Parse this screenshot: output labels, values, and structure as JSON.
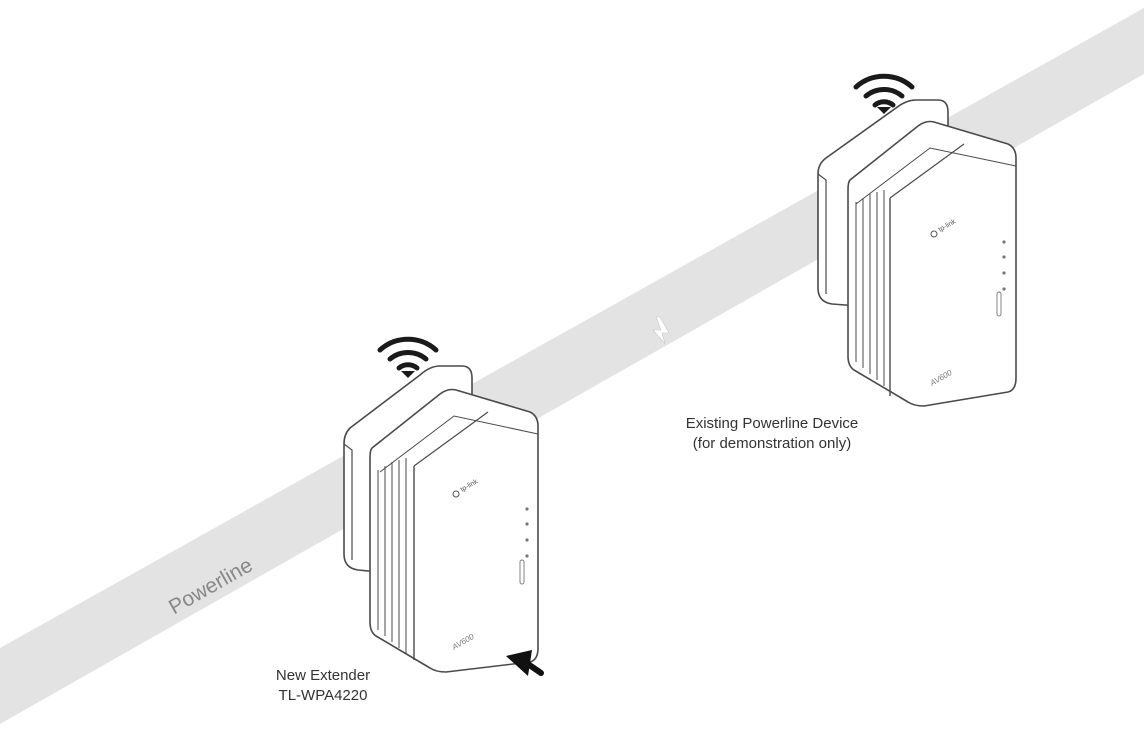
{
  "powerline_label": "Powerline",
  "new_extender": {
    "line1": "New Extender",
    "line2": "TL-WPA4220",
    "brand_text": "tp-link",
    "model_text": "AV600"
  },
  "existing_device": {
    "line1": "Existing Powerline Device",
    "line2": "(for demonstration only)",
    "brand_text": "tp-link",
    "model_text": "AV600"
  },
  "colors": {
    "band": "#e3e3e3",
    "device_body": "#ffffff",
    "device_outline": "#4a4a4a",
    "wifi": "#1a1a1a",
    "text": "#333333"
  },
  "icons": [
    "wifi-icon",
    "lightning-icon",
    "arrow-icon",
    "tp-link-logo-icon"
  ]
}
